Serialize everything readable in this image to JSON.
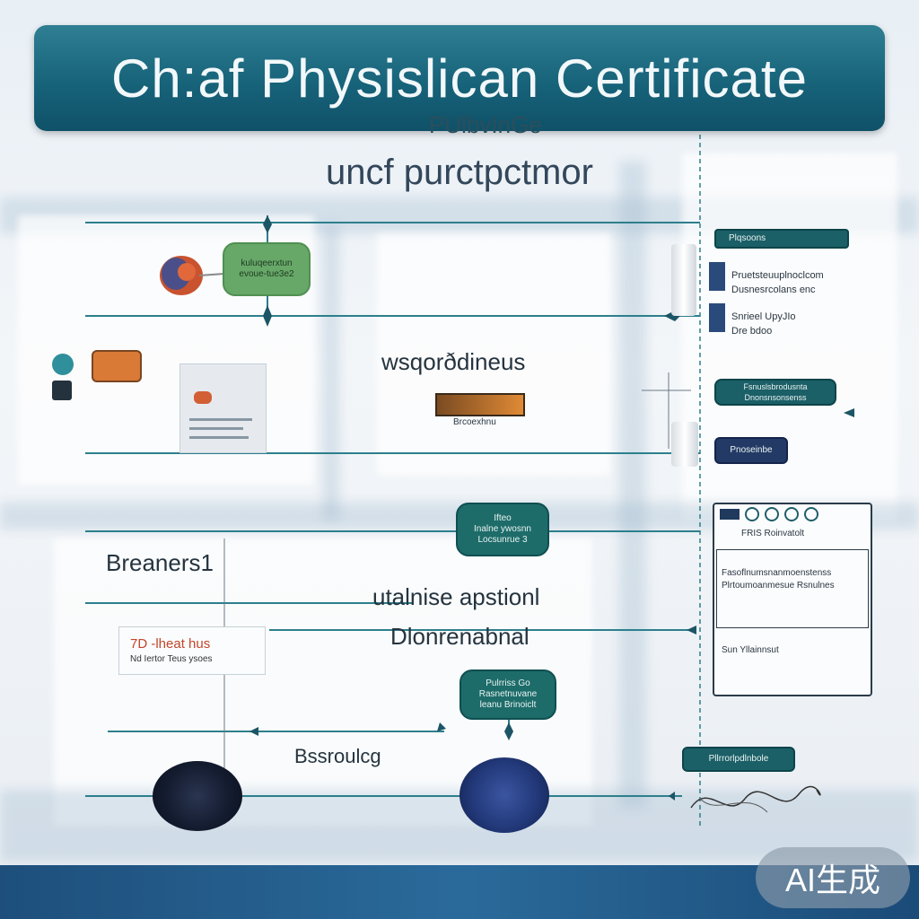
{
  "header": {
    "title": "Ch:af Physislican Certificate",
    "subtitle": "PUlbvInGe"
  },
  "diagram": {
    "subtitle": "uncf purctpctmor",
    "labels": {
      "center_top": "wsqorðdineus",
      "orange_caption": "Brcoexhnu",
      "left_mid": "Breaners1",
      "center_mid_1": "utalnise apstionl",
      "center_mid_2": "Dlonrenabnal",
      "bottom": "Bssroulcg"
    },
    "pills": {
      "green_top": "kuluqeerxtun\nevoue-tue3e2",
      "teal_center_1": "Ifteo\nInalne ywosnn\nLocsunrue 3",
      "teal_center_2": "Pulrriss Go\nRasnetnuvane\nleanu Brinoiclt",
      "right_1": "Plqsoons",
      "right_2": "Fsnuslsbrodusnta\nDnonsnsonsenss",
      "right_3": "Pnoseinbe",
      "right_4": "Pllrrorlpdlnbole"
    },
    "side_list": {
      "row1": "Pruetsteuuplnoclcom",
      "row2": "Dusnesrcolans enc",
      "row3": "Snrieel UpyJIo",
      "row4": "Dre bdoo"
    },
    "note_card": {
      "title": "7D -lheat hus",
      "line": "Nd Iertor Teus ysoes"
    },
    "form_card": {
      "header": "FRIS Roinvatolt",
      "line1": "Fasoflnumsnanmoenstenss",
      "line2": "Plrtoumoanmesue Rsnulnes",
      "line3": "Sun Yllainnsut"
    }
  },
  "badge": {
    "text": "AI生成"
  },
  "colors": {
    "header": "#17637a",
    "line": "#2d7f8c",
    "footer": "#1e4f7c"
  }
}
